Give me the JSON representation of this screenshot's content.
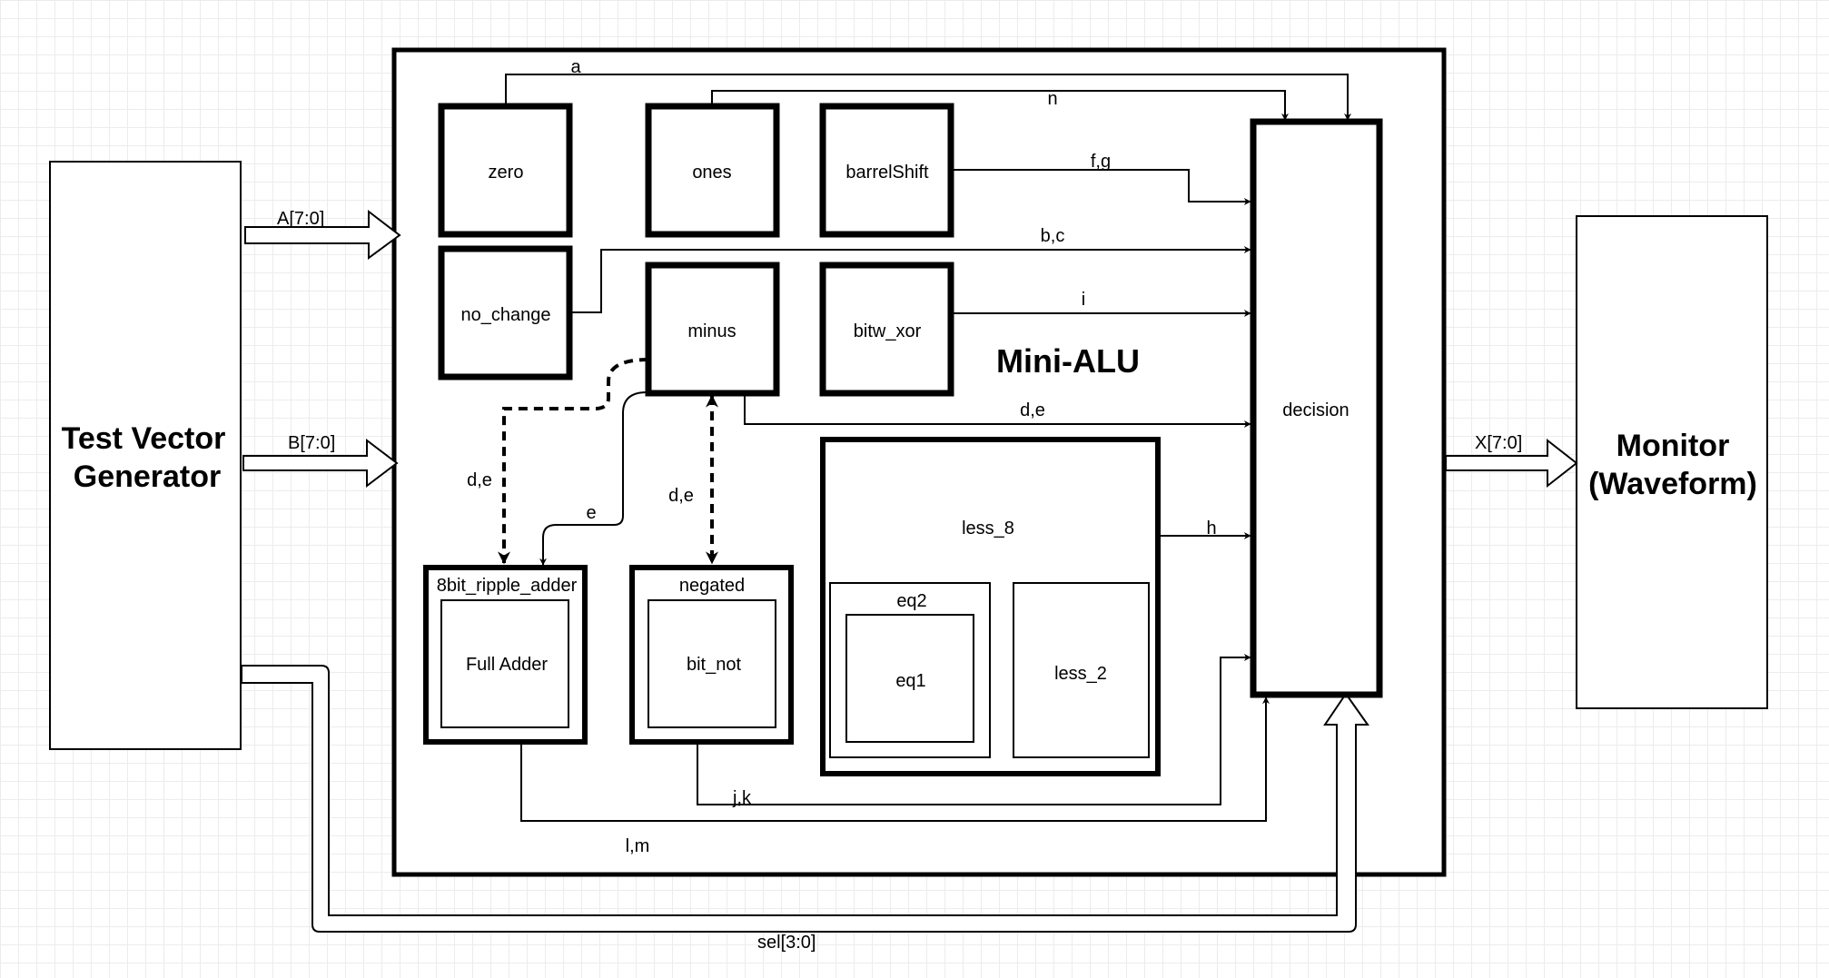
{
  "diagram": {
    "test_vector_generator": {
      "line1": "Test Vector",
      "line2": "Generator"
    },
    "monitor": {
      "line1": "Monitor",
      "line2": "(Waveform)"
    },
    "mini_alu_title": "Mini-ALU",
    "blocks": {
      "zero": "zero",
      "ones": "ones",
      "barrel_shift": "barrelShift",
      "no_change": "no_change",
      "minus": "minus",
      "bitw_xor": "bitw_xor",
      "decision": "decision",
      "ripple_adder": "8bit_ripple_adder",
      "full_adder": "Full Adder",
      "negated": "negated",
      "bit_not": "bit_not",
      "less_8": "less_8",
      "eq2": "eq2",
      "eq1": "eq1",
      "less_2": "less_2"
    },
    "signals": {
      "a_bus": "A[7:0]",
      "b_bus": "B[7:0]",
      "x_bus": "X[7:0]",
      "sel_bus": "sel[3:0]",
      "a": "a",
      "n": "n",
      "fg": "f,g",
      "bc": "b,c",
      "i": "i",
      "de_minus": "d,e",
      "de_left": "d,e",
      "de_mid": "d,e",
      "e": "e",
      "h": "h",
      "jk": "j,k",
      "lm": "l,m"
    }
  }
}
